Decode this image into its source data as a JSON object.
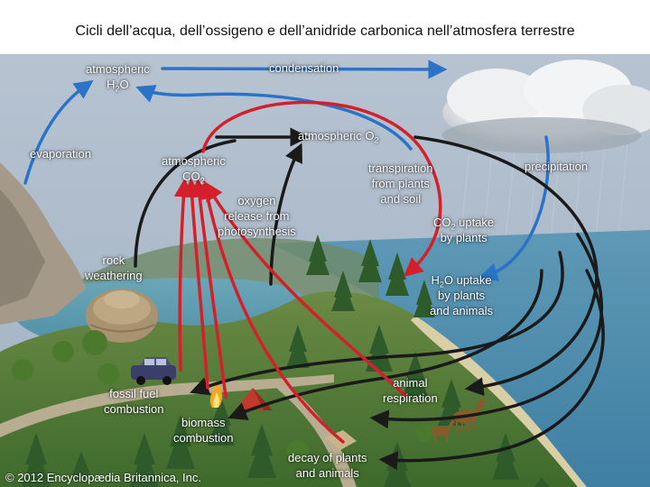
{
  "title": "Cicli dell’acqua, dell’ossigeno e dell’anidride carbonica nell’atmosfera terrestre",
  "labels": {
    "atm_h2o": {
      "line1": "atmospheric",
      "line2": "H",
      "sub": "2",
      "tail": "O"
    },
    "condensation": "condensation",
    "atm_o2": {
      "main": "atmospheric O",
      "sub": "2"
    },
    "evaporation": "evaporation",
    "atm_co2": {
      "line1": "atmospheric",
      "main": "CO",
      "sub": "2"
    },
    "transpiration": {
      "line1": "transpiration",
      "line2": "from plants",
      "line3": "and soil"
    },
    "precipitation": "precipitation",
    "oxygen_release": {
      "line1": "oxygen",
      "line2": "release from",
      "line3": "photosynthesis"
    },
    "co2_uptake": {
      "main": "CO",
      "sub": "2",
      "tail": " uptake",
      "line2": "by plants"
    },
    "rock_weathering": {
      "line1": "rock",
      "line2": "weathering"
    },
    "h2o_uptake": {
      "main": "H",
      "sub": "2",
      "tail": "O uptake",
      "line2": "by plants",
      "line3": "and animals"
    },
    "animal_respiration": {
      "line1": "animal",
      "line2": "respiration"
    },
    "fossil_fuel": {
      "line1": "fossil fuel",
      "line2": "combustion"
    },
    "biomass": {
      "line1": "biomass",
      "line2": "combustion"
    },
    "decay": {
      "line1": "decay of plants",
      "line2": "and animals"
    }
  },
  "copyright": "© 2012 Encyclopædia Britannica, Inc.",
  "colors": {
    "water_arrow": "#2b73c8",
    "oxygen_arrow": "#1a1a1a",
    "co2_arrow": "#d4202a",
    "sky": "#a9b8c9",
    "sea": "#4a8fb0",
    "land": "#4f7a33"
  }
}
